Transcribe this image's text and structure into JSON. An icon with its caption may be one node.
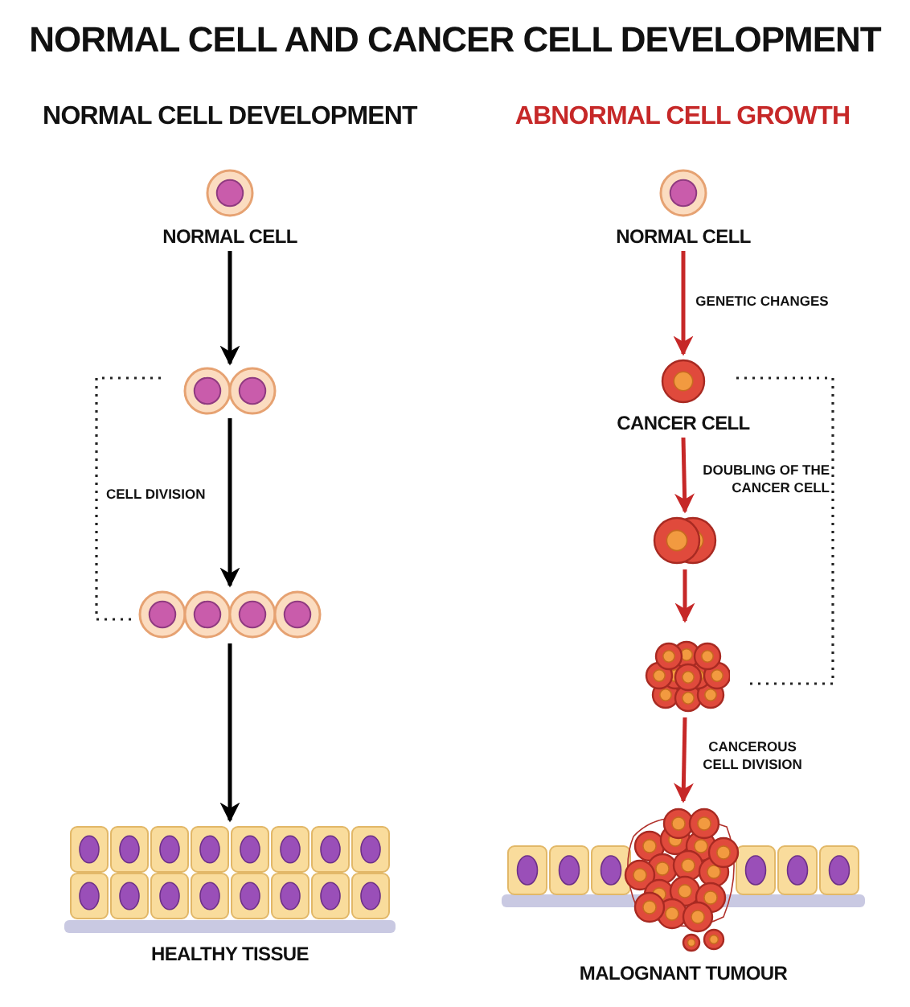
{
  "diagram": {
    "title": "NORMAL CELL AND CANCER CELL DEVELOPMENT",
    "nodes": [
      {
        "text": [
          "NORMAL CELL"
        ]
      },
      {
        "text": [],
        "shape": "picture"
      },
      {
        "text": [],
        "shape": "picture"
      },
      {
        "text": [
          "HEALTHY TISSUE"
        ]
      },
      {
        "text": [
          "NORMAL CELL"
        ]
      },
      {
        "text": [
          "CANCER CELL"
        ]
      },
      {
        "text": [],
        "shape": "picture"
      },
      {
        "text": [],
        "shape": "picture"
      },
      {
        "text": [
          "MALOGNANT TUMOUR"
        ]
      }
    ],
    "edges": [
      {
        "from": 0,
        "to": 1,
        "arrow": "to",
        "color": "#000000"
      },
      {
        "from": 1,
        "to": 2,
        "arrow": "to",
        "color": "#000000"
      },
      {
        "from": 2,
        "to": 3,
        "arrow": "to",
        "color": "#000000"
      },
      {
        "from": 4,
        "to": 5,
        "arrow": "to",
        "label": "GENETIC CHANGES"
      },
      {
        "from": 5,
        "to": 6,
        "arrow": "to"
      },
      {
        "from": 6,
        "to": 7,
        "arrow": "to"
      },
      {
        "from": 7,
        "to": 8,
        "arrow": "to",
        "label": "CANCEROUS CELL DIVISION"
      }
    ],
    "labels": [
      "NORMAL CELL DEVELOPMENT",
      "ABNORMAL CELL GROWTH",
      "CELL DIVISION",
      "DOUBLING OF THE CANCER CELL"
    ]
  }
}
